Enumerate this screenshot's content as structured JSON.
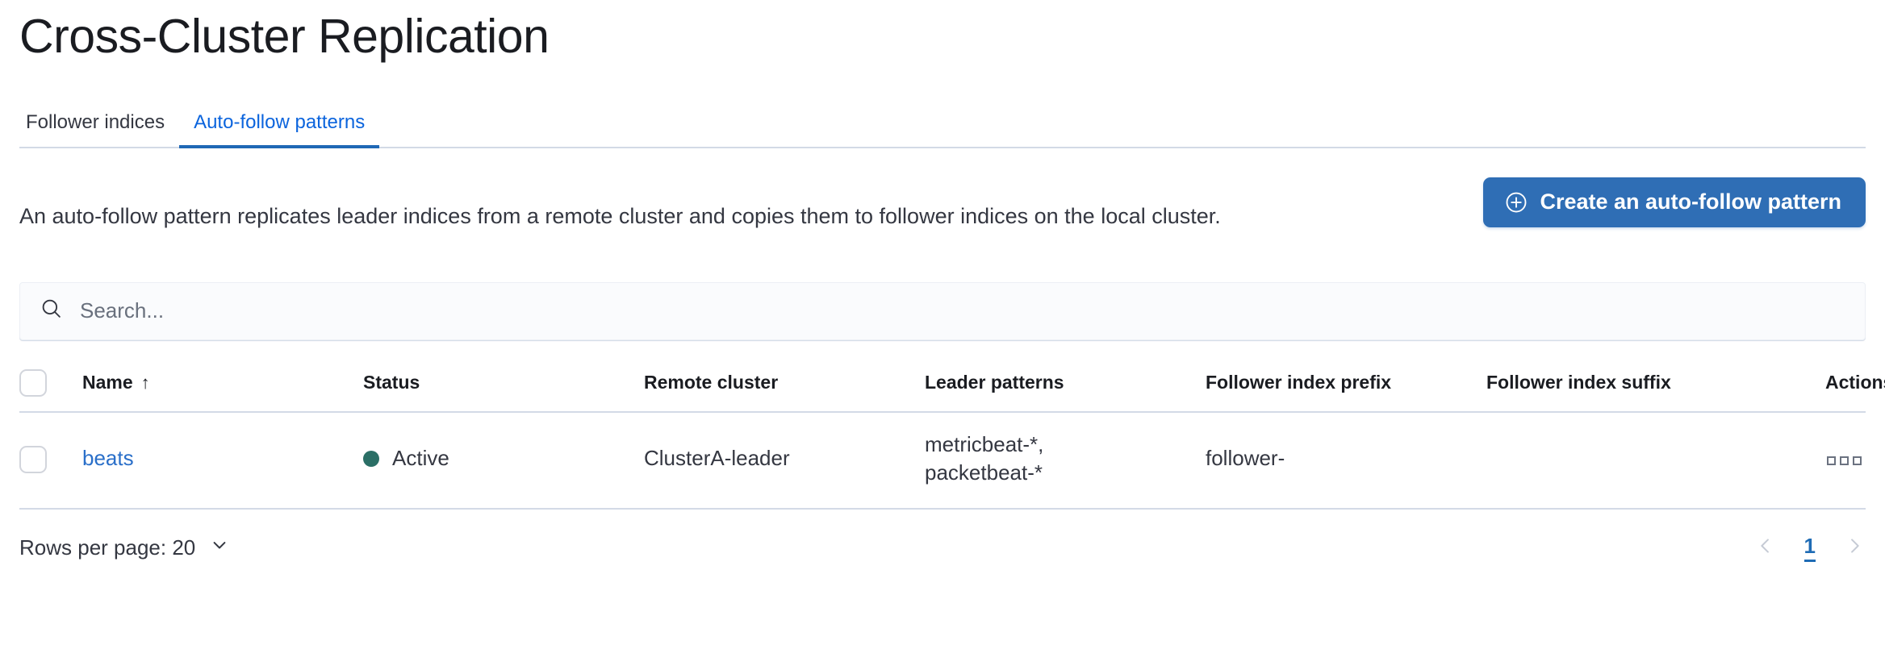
{
  "page": {
    "title": "Cross-Cluster Replication"
  },
  "tabs": [
    {
      "label": "Follower indices",
      "selected": false
    },
    {
      "label": "Auto-follow patterns",
      "selected": true
    }
  ],
  "intro": {
    "description": "An auto-follow pattern replicates leader indices from a remote cluster and copies them to follower indices on the local cluster.",
    "create_button_label": "Create an auto-follow pattern",
    "create_button_icon": "plus-in-circle-icon"
  },
  "search": {
    "placeholder": "Search...",
    "value": "",
    "icon": "search-icon"
  },
  "table": {
    "columns": [
      {
        "key": "select",
        "label": ""
      },
      {
        "key": "name",
        "label": "Name",
        "sorted": "asc",
        "sort_icon": "arrow-up-icon"
      },
      {
        "key": "status",
        "label": "Status"
      },
      {
        "key": "remote_cluster",
        "label": "Remote cluster"
      },
      {
        "key": "leader_patterns",
        "label": "Leader patterns"
      },
      {
        "key": "follower_index_prefix",
        "label": "Follower index prefix"
      },
      {
        "key": "follower_index_suffix",
        "label": "Follower index suffix"
      },
      {
        "key": "actions",
        "label": "Actions"
      }
    ],
    "rows": [
      {
        "name": "beats",
        "status": "Active",
        "status_color": "#2b6f66",
        "remote_cluster": "ClusterA-leader",
        "leader_patterns": "metricbeat-*,\npacketbeat-*",
        "follower_index_prefix": "follower-",
        "follower_index_suffix": "",
        "actions_icon": "boxes-horizontal-icon"
      }
    ]
  },
  "footer": {
    "rows_per_page_label": "Rows per page: 20",
    "rows_per_page_icon": "chevron-down-icon",
    "pagination": {
      "prev_icon": "chevron-left-icon",
      "next_icon": "chevron-right-icon",
      "pages": [
        {
          "label": "1",
          "active": true
        }
      ]
    }
  },
  "colors": {
    "accent_blue": "#1f6cb5",
    "link_blue": "#2a6fc9",
    "button_blue": "#2f6eb5",
    "status_green": "#2b6f66",
    "border": "#d3dae6",
    "text": "#343741"
  }
}
